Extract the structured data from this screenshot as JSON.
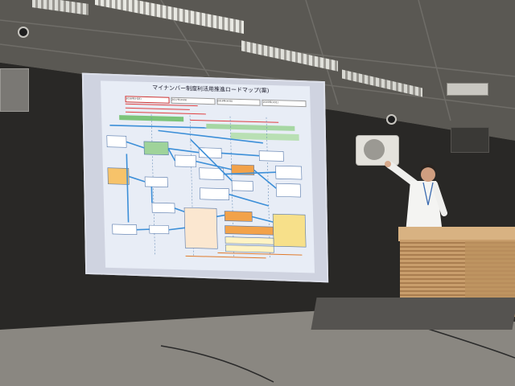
{
  "slide": {
    "title": "マイナンバー制度利活用推進ロードマップ(案)",
    "timeline_headers": [
      "2016年(H28)",
      "2017年(H29)",
      "2018年(H30)",
      "2019年(H31)"
    ]
  },
  "colors": {
    "ceiling": "#5e5c57",
    "wall": "#2a2927",
    "floor": "#8a8781",
    "screen": "#cfd3e0",
    "slide_bg": "#e8edf6",
    "flow_blue": "#3c8fd8",
    "box_green": "#9fd39a",
    "box_orange": "#f2a24a",
    "box_yellow": "#f7e08a",
    "podium": "#c99e6c"
  },
  "icons": [
    "ceiling-light-icon",
    "security-camera-icon",
    "speaker-icon",
    "presenter-figure"
  ]
}
